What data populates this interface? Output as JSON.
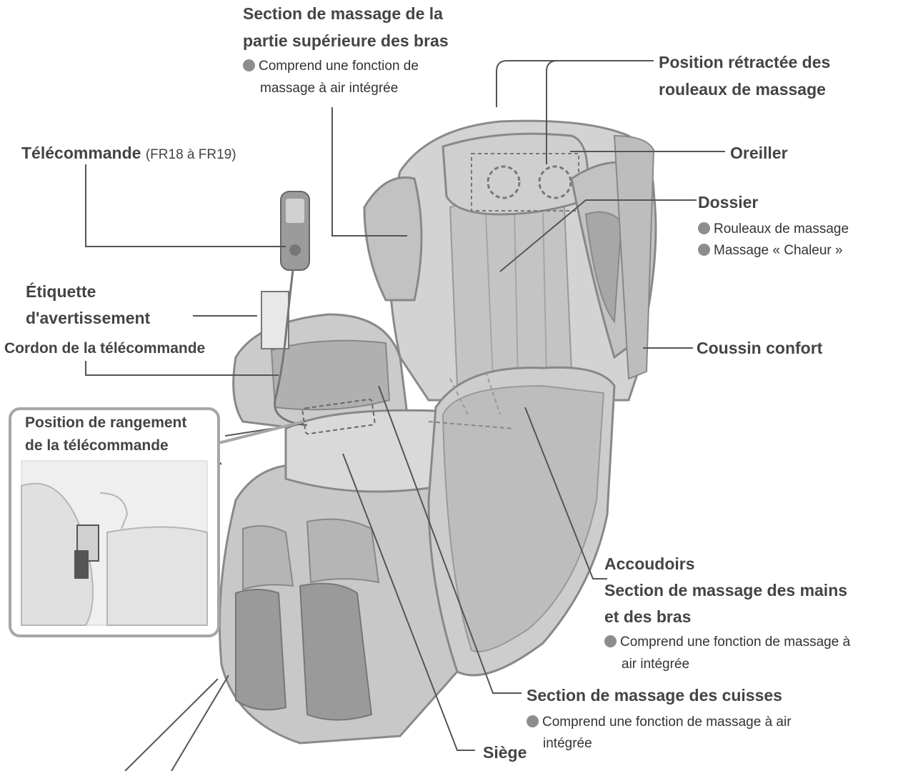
{
  "labels": {
    "upper_arm_title_1": "Section de massage de la",
    "upper_arm_title_2": "partie supérieure des bras",
    "upper_arm_note_1": "Comprend une fonction de",
    "upper_arm_note_2": "massage à air intégrée",
    "rollers_title_1": "Position rétractée des",
    "rollers_title_2": "rouleaux de massage",
    "remote_title": "Télécommande",
    "remote_models": "(FR18 à FR19)",
    "pillow": "Oreiller",
    "backrest_title": "Dossier",
    "backrest_note_1": "Rouleaux de massage",
    "backrest_note_2": "Massage « Chaleur »",
    "warning_label_1": "Étiquette",
    "warning_label_2": "d'avertissement",
    "remote_cord": "Cordon de la télécommande",
    "comfort_cushion": "Coussin confort",
    "storage_1": "Position de rangement",
    "storage_2": "de la télécommande",
    "armrests": "Accoudoirs",
    "hands_arms_1": "Section de massage des mains",
    "hands_arms_2": "et des bras",
    "hands_arms_note_1": "Comprend une fonction de massage à",
    "hands_arms_note_2": "air intégrée",
    "thighs_title": "Section de massage des cuisses",
    "thighs_note_1": "Comprend une fonction de massage à air",
    "thighs_note_2": "intégrée",
    "seat": "Siège"
  },
  "colors": {
    "chair_fill": "#d3d3d3",
    "chair_dark": "#a9a9a9",
    "line": "#555555",
    "callout_border": "#a6a6a6",
    "bullet": "#8d8d8d"
  }
}
